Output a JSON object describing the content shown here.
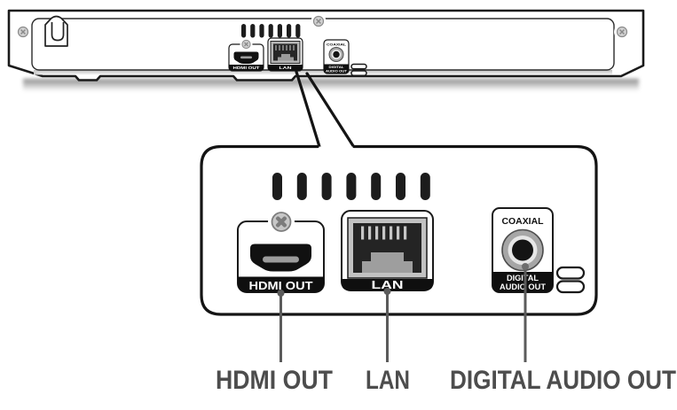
{
  "diagram": {
    "device_small": {
      "hdmi_label": "HDMI OUT",
      "lan_label": "LAN",
      "coaxial_label": "COAXIAL",
      "digital_line1": "DIGITAL",
      "digital_line2": "AUDIO OUT"
    },
    "callout": {
      "hdmi_label": "HDMI OUT",
      "lan_label": "LAN",
      "coaxial_label": "COAXIAL",
      "digital_line1": "DIGITAL",
      "digital_line2": "AUDIO OUT"
    },
    "captions": {
      "hdmi": "HDMI OUT",
      "lan": "LAN",
      "digital_audio": "DIGITAL AUDIO OUT"
    },
    "colors": {
      "outline": "#1a1a1a",
      "label_bar": "#0f0f0f",
      "label_text": "#ffffff",
      "caption_text": "#4d4d4d",
      "leader_line": "#5b5b5b",
      "metal_gray": "#c3c3c3",
      "jack_dark": "#242424"
    }
  }
}
